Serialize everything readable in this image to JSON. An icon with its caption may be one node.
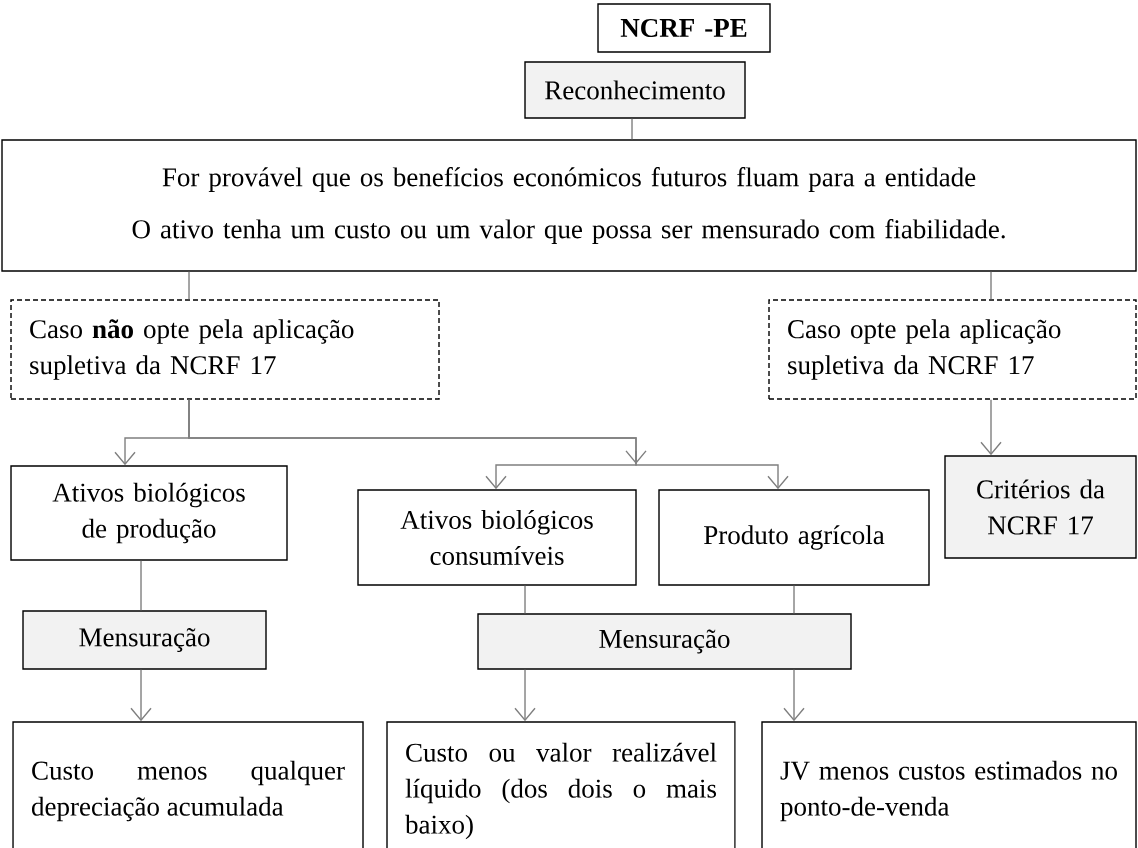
{
  "diagram": {
    "nodes": [
      {
        "text": [
          "NCRF -PE"
        ]
      },
      {
        "text": [
          "Reconhecimento"
        ]
      },
      {
        "text": [
          "For provável que os benefícios económicos futuros fluam para a entidade",
          "O ativo tenha um custo ou um valor que possa ser mensurado com fiabilidade."
        ]
      },
      {
        "text": [
          "Caso **não** opte pela aplicação supletiva da NCRF 17"
        ]
      },
      {
        "text": [
          "Caso opte pela aplicação supletiva da NCRF 17"
        ]
      },
      {
        "text": [
          "Ativos biológicos de produção"
        ]
      },
      {
        "text": [
          "Ativos biológicos consumíveis"
        ]
      },
      {
        "text": [
          "Produto agrícola"
        ]
      },
      {
        "text": [
          "Critérios da NCRF 17"
        ]
      },
      {
        "text": [
          "Mensuração"
        ]
      },
      {
        "text": [
          "Mensuração"
        ]
      },
      {
        "text": [
          "Custo menos qualquer depreciação acumulada"
        ]
      },
      {
        "text": [
          "Custo ou valor realizável líquido (dos dois o mais baixo)"
        ]
      },
      {
        "text": [
          "JV menos custos estimados no ponto-de-venda"
        ]
      }
    ],
    "edges": [
      {
        "from": 1,
        "to": 2,
        "arrow": "none"
      },
      {
        "from": 2,
        "to": 3,
        "arrow": "none"
      },
      {
        "from": 2,
        "to": 4,
        "arrow": "none"
      },
      {
        "from": 3,
        "to": 5,
        "arrow": "to"
      },
      {
        "from": 3,
        "to": 6,
        "arrow": "to"
      },
      {
        "from": 3,
        "to": 7,
        "arrow": "to"
      },
      {
        "from": 4,
        "to": 8,
        "arrow": "to"
      },
      {
        "from": 5,
        "to": 9,
        "arrow": "none"
      },
      {
        "from": 6,
        "to": 10,
        "arrow": "none"
      },
      {
        "from": 7,
        "to": 10,
        "arrow": "none"
      },
      {
        "from": 9,
        "to": 11,
        "arrow": "to"
      },
      {
        "from": 10,
        "to": 12,
        "arrow": "to"
      },
      {
        "from": 10,
        "to": 13,
        "arrow": "to"
      }
    ]
  }
}
